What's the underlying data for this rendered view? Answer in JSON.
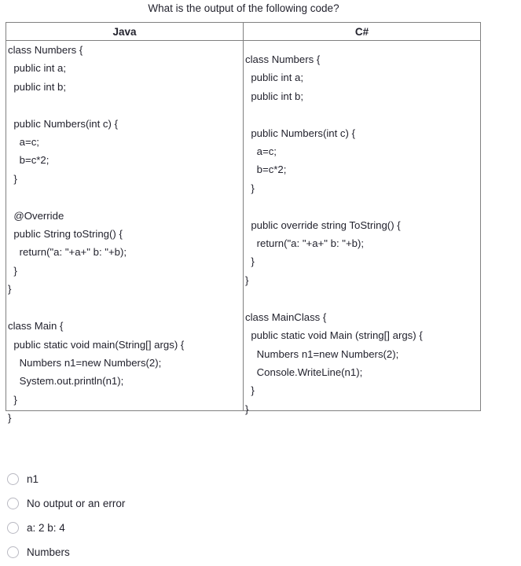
{
  "question": {
    "prompt": "What is the output of the following code?"
  },
  "table": {
    "headers": {
      "java": "Java",
      "csharp": "C#"
    },
    "java_code": "class Numbers {\n  public int a;\n  public int b;\n\n  public Numbers(int c) {\n    a=c;\n    b=c*2;\n  }\n\n  @Override\n  public String toString() {\n    return(\"a: \"+a+\" b: \"+b);\n  }\n}\n\nclass Main {\n  public static void main(String[] args) {\n    Numbers n1=new Numbers(2);\n    System.out.println(n1);\n  }\n}",
    "csharp_code": "class Numbers {\n  public int a;\n  public int b;\n\n  public Numbers(int c) {\n    a=c;\n    b=c*2;\n  }\n\n  public override string ToString() {\n    return(\"a: \"+a+\" b: \"+b);\n  }\n}\n\nclass MainClass {\n  public static void Main (string[] args) {\n    Numbers n1=new Numbers(2);\n    Console.WriteLine(n1);\n  }\n}"
  },
  "options": [
    {
      "label": "n1",
      "selected": false
    },
    {
      "label": "No output or an error",
      "selected": false
    },
    {
      "label": "a: 2 b: 4",
      "selected": false
    },
    {
      "label": "Numbers",
      "selected": false
    }
  ],
  "colors": {
    "text": "#23232e",
    "table_border": "#808080",
    "radio_border": "#b9b9c2",
    "background": "#ffffff"
  }
}
